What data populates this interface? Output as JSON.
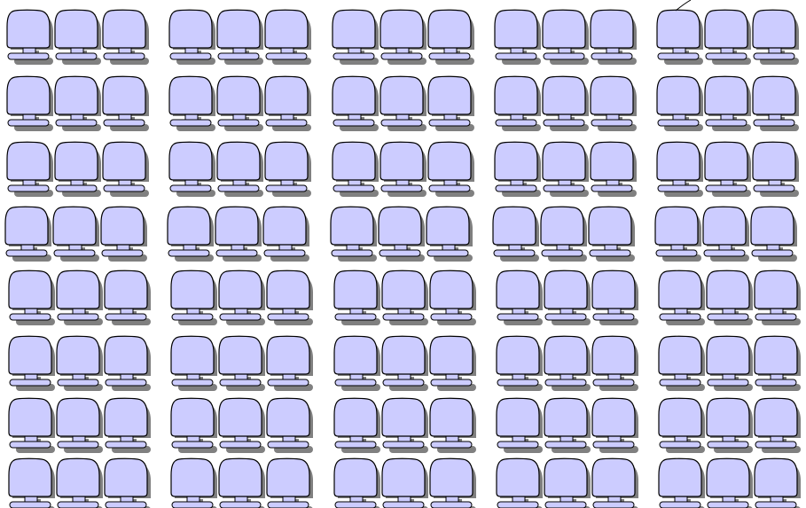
{
  "diagram": {
    "kind": "seating-layout",
    "groups_per_row": 5,
    "group_rows": 8,
    "seats_per_group": 3,
    "colors": {
      "background": "#ffffff",
      "seat_fill": "#ccccff",
      "seat_stroke": "#000000",
      "shadow": "#808080"
    },
    "annotation": {
      "kind": "pointer-line",
      "in_group": "row-1-group-5"
    }
  }
}
